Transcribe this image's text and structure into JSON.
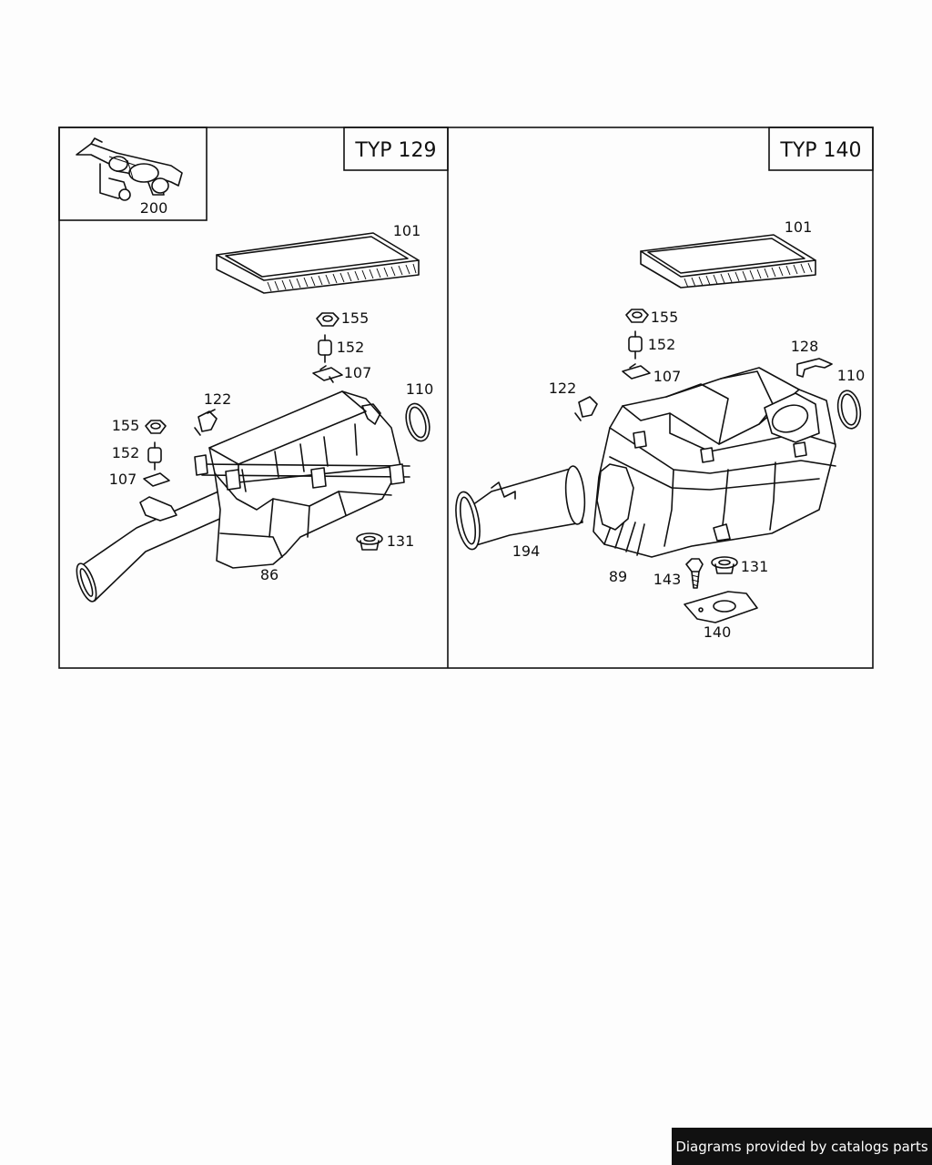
{
  "panels": [
    {
      "type_label": "TYP 129",
      "labels": {
        "p200": "200",
        "p101": "101",
        "p155a": "155",
        "p152a": "152",
        "p107a": "107",
        "p110": "110",
        "p122": "122",
        "p155b": "155",
        "p152b": "152",
        "p107b": "107",
        "p131": "131",
        "p86": "86"
      }
    },
    {
      "type_label": "TYP 140",
      "labels": {
        "p101": "101",
        "p155": "155",
        "p152": "152",
        "p107": "107",
        "p128": "128",
        "p110": "110",
        "p122": "122",
        "p194": "194",
        "p89": "89",
        "p143": "143",
        "p131": "131",
        "p140": "140"
      }
    }
  ],
  "credit": "Diagrams provided by catalogs parts"
}
